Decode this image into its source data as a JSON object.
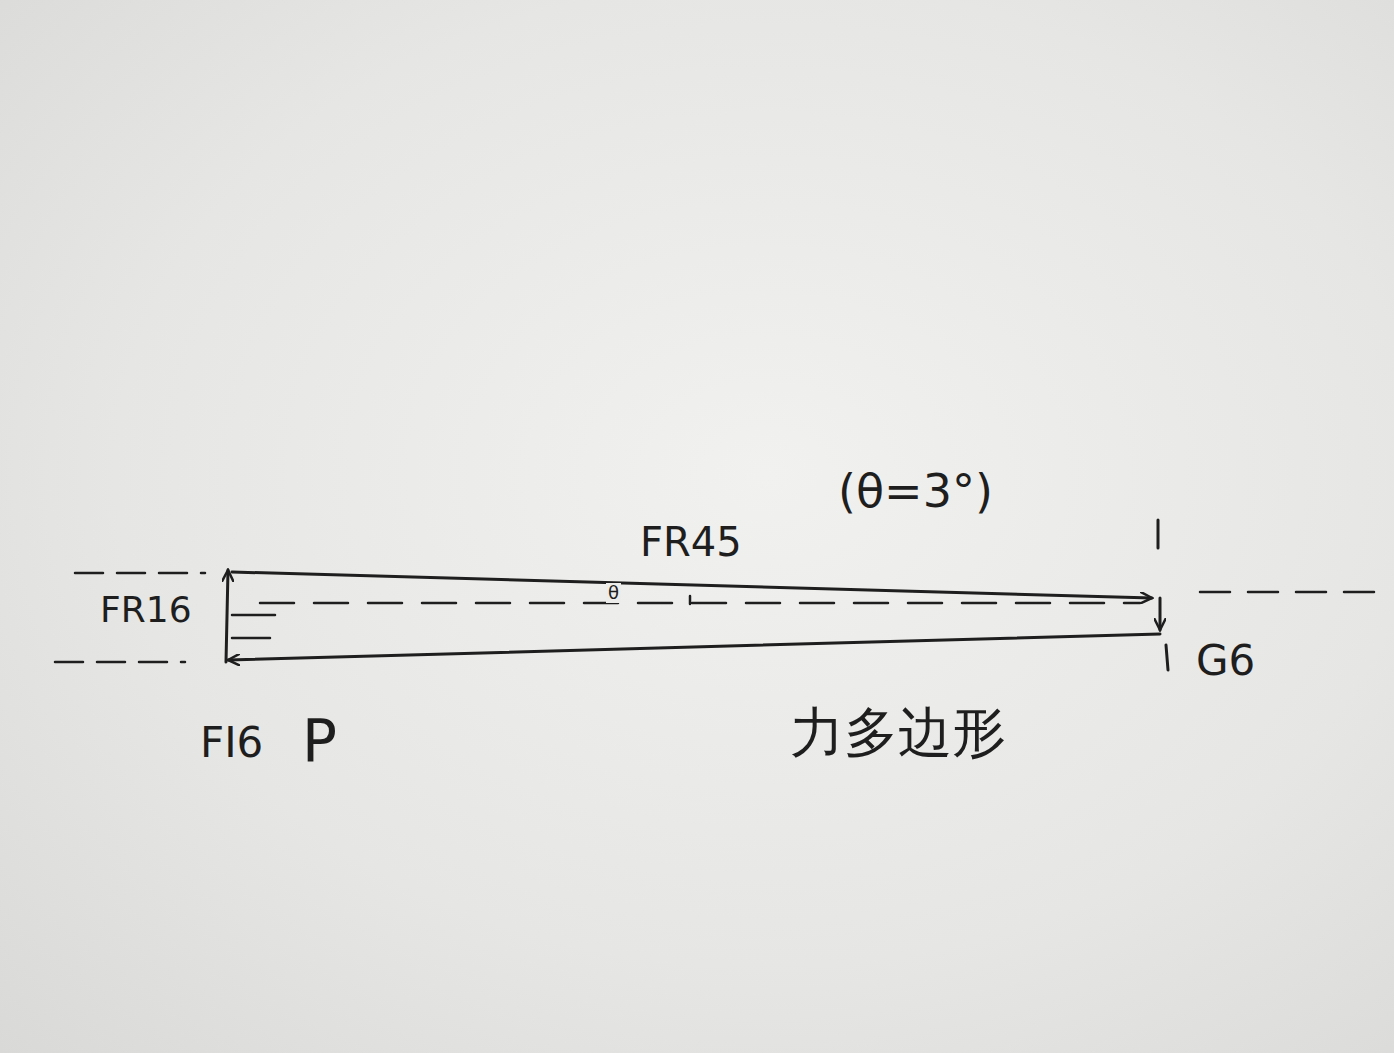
{
  "diagram": {
    "labels": [
      "FR16",
      "FR45",
      "(θ=3°)",
      "θ",
      "G6",
      "FI6",
      "P",
      "力多边形"
    ]
  }
}
